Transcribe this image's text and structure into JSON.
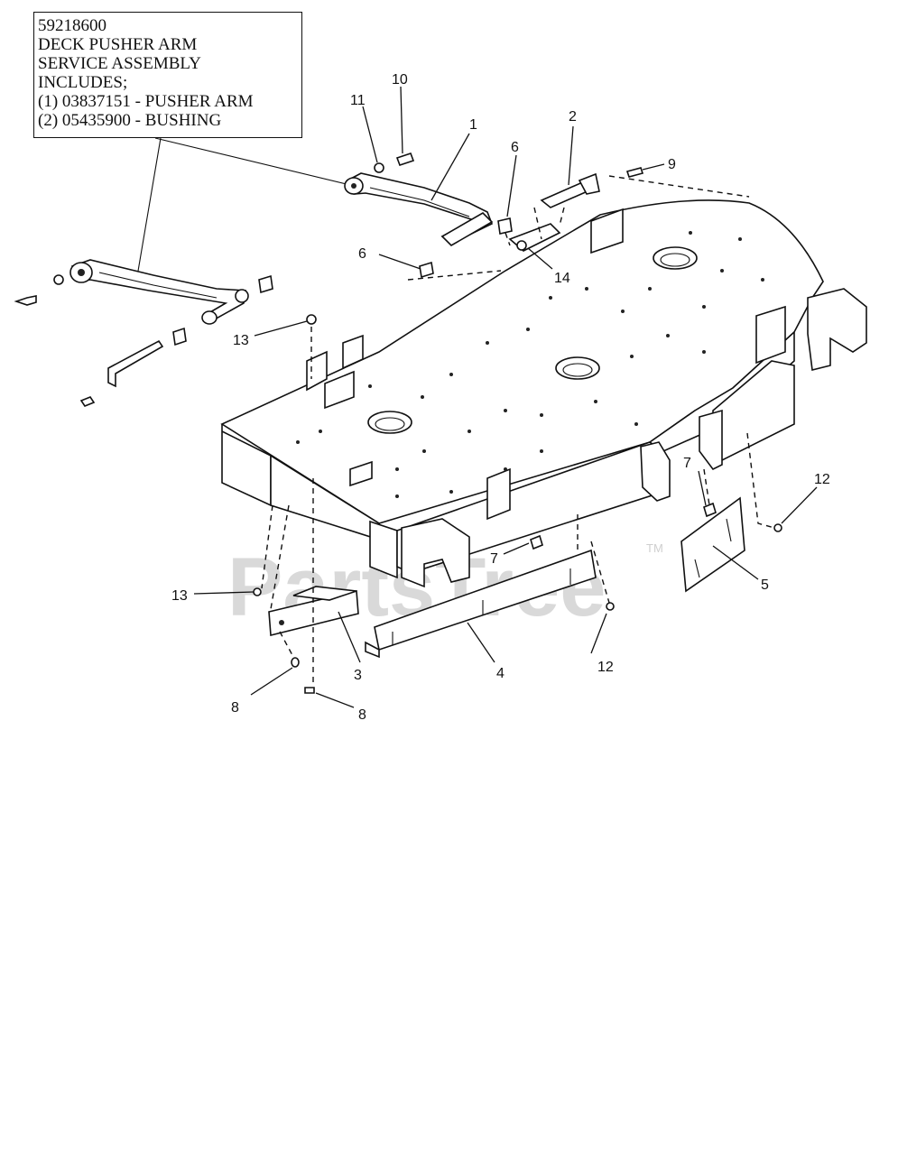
{
  "infobox": {
    "lines": [
      "59218600",
      "DECK PUSHER ARM",
      "SERVICE ASSEMBLY",
      "INCLUDES;",
      "(1) 03837151 - PUSHER ARM",
      "(2) 05435900 - BUSHING"
    ]
  },
  "callouts": {
    "c1": "1",
    "c2": "2",
    "c3": "3",
    "c4": "4",
    "c5": "5",
    "c6a": "6",
    "c6b": "6",
    "c7a": "7",
    "c7b": "7",
    "c8a": "8",
    "c8b": "8",
    "c9": "9",
    "c10": "10",
    "c11": "11",
    "c12a": "12",
    "c12b": "12",
    "c13a": "13",
    "c13b": "13",
    "c14": "14"
  },
  "watermark": {
    "text": "PartsTree",
    "trademark": "TM"
  }
}
